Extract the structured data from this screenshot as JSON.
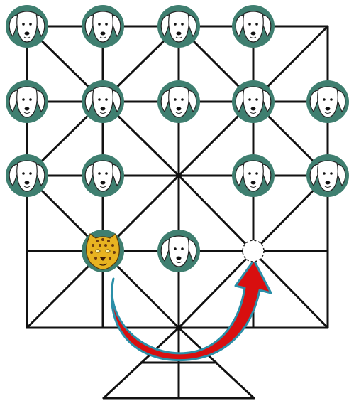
{
  "game": {
    "name": "",
    "pieces": [
      {
        "type": "dog",
        "row": 0,
        "col": 0
      },
      {
        "type": "dog",
        "row": 0,
        "col": 1
      },
      {
        "type": "dog",
        "row": 0,
        "col": 2
      },
      {
        "type": "dog",
        "row": 0,
        "col": 3
      },
      {
        "type": "dog",
        "row": 1,
        "col": 0
      },
      {
        "type": "dog",
        "row": 1,
        "col": 1
      },
      {
        "type": "dog",
        "row": 1,
        "col": 2
      },
      {
        "type": "dog",
        "row": 1,
        "col": 3
      },
      {
        "type": "dog",
        "row": 1,
        "col": 4
      },
      {
        "type": "dog",
        "row": 2,
        "col": 0
      },
      {
        "type": "dog",
        "row": 2,
        "col": 1
      },
      {
        "type": "dog",
        "row": 2,
        "col": 3
      },
      {
        "type": "dog",
        "row": 2,
        "col": 4
      },
      {
        "type": "jaguar",
        "row": 3,
        "col": 1
      },
      {
        "type": "dog",
        "row": 3,
        "col": 2
      }
    ],
    "target": {
      "row": 3,
      "col": 3
    },
    "move": {
      "from": {
        "row": 3,
        "col": 1
      },
      "to": {
        "row": 3,
        "col": 3
      }
    },
    "colors": {
      "line": "#111111",
      "dog_ring": "#3f7f70",
      "dog_face": "#ffffff",
      "jaguar_fill": "#e8b321",
      "jaguar_spots": "#6b3b10",
      "arrow_fill": "#d80f0f",
      "arrow_outline": "#2a8fa8"
    }
  }
}
